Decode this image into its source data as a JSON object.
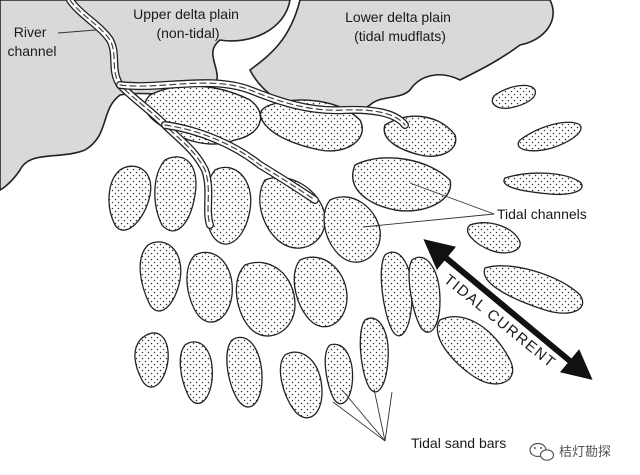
{
  "labels": {
    "river_channel": [
      "River",
      "channel"
    ],
    "upper_delta": [
      "Upper delta plain",
      "(non-tidal)"
    ],
    "lower_delta": [
      "Lower delta plain",
      "(tidal mudflats)"
    ],
    "tidal_channels": "Tidal channels",
    "tidal_current": "TIDAL CURRENT",
    "tidal_sand_bars": "Tidal sand bars"
  },
  "watermark": {
    "text": "桔灯勘探",
    "icon": "wechat-icon"
  },
  "colors": {
    "land": "#d9d9d9",
    "stroke": "#222222",
    "background": "#ffffff"
  }
}
